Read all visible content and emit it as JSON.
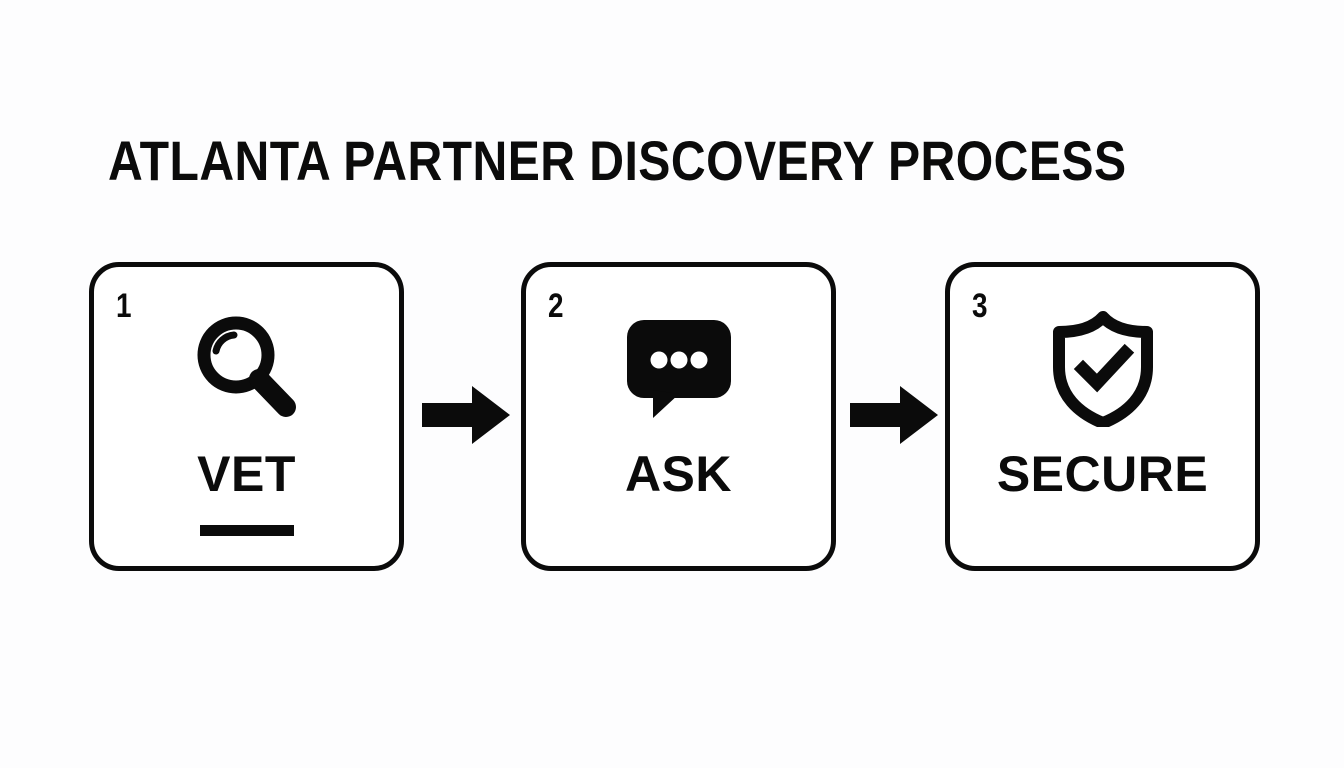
{
  "header": {
    "title": "ATLANTA PARTNER DISCOVERY PROCESS"
  },
  "colors": {
    "ink": "#0b0b0b",
    "background": "#fdfdfe",
    "card_fill": "#ffffff"
  },
  "flow": {
    "connector_icon": "arrow-right-icon",
    "steps": [
      {
        "number": "1",
        "label": "VET",
        "icon": "magnifying-glass-icon",
        "underline": true
      },
      {
        "number": "2",
        "label": "ASK",
        "icon": "speech-bubble-icon",
        "underline": false
      },
      {
        "number": "3",
        "label": "SECURE",
        "icon": "shield-check-icon",
        "underline": false
      }
    ]
  }
}
